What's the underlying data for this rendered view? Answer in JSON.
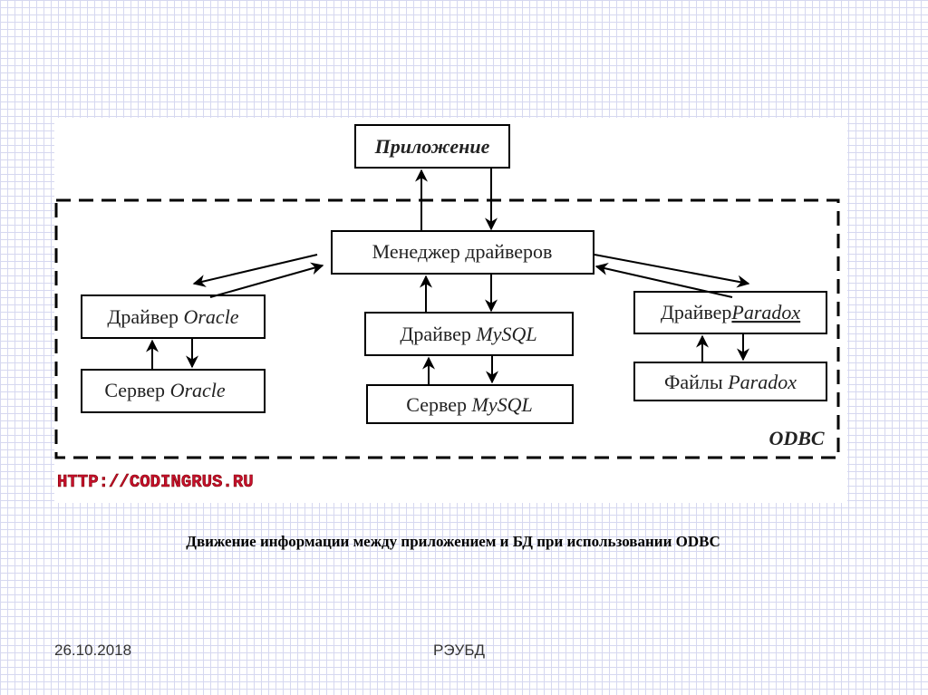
{
  "diagram": {
    "application": "Приложение",
    "driver_manager": "Менеджер драйверов",
    "oracle_driver": {
      "prefix": "Драйвер ",
      "name": "Oracle"
    },
    "oracle_server": {
      "prefix": "Сервер ",
      "name": "Oracle"
    },
    "mysql_driver": {
      "prefix": "Драйвер ",
      "name": "MySQL"
    },
    "mysql_server": {
      "prefix": "Сервер ",
      "name": "MySQL"
    },
    "paradox_driver": {
      "prefix": "Драйвер",
      "name": "Paradox"
    },
    "paradox_files": {
      "prefix": "Файлы ",
      "name": "Paradox"
    },
    "odbc_label": "ODBC",
    "watermark": "HTTP://CODINGRUS.RU"
  },
  "caption": "Движение информации между приложением и БД при использовании ODBC",
  "footer": {
    "date": "26.10.2018",
    "org": "РЭУБД"
  }
}
